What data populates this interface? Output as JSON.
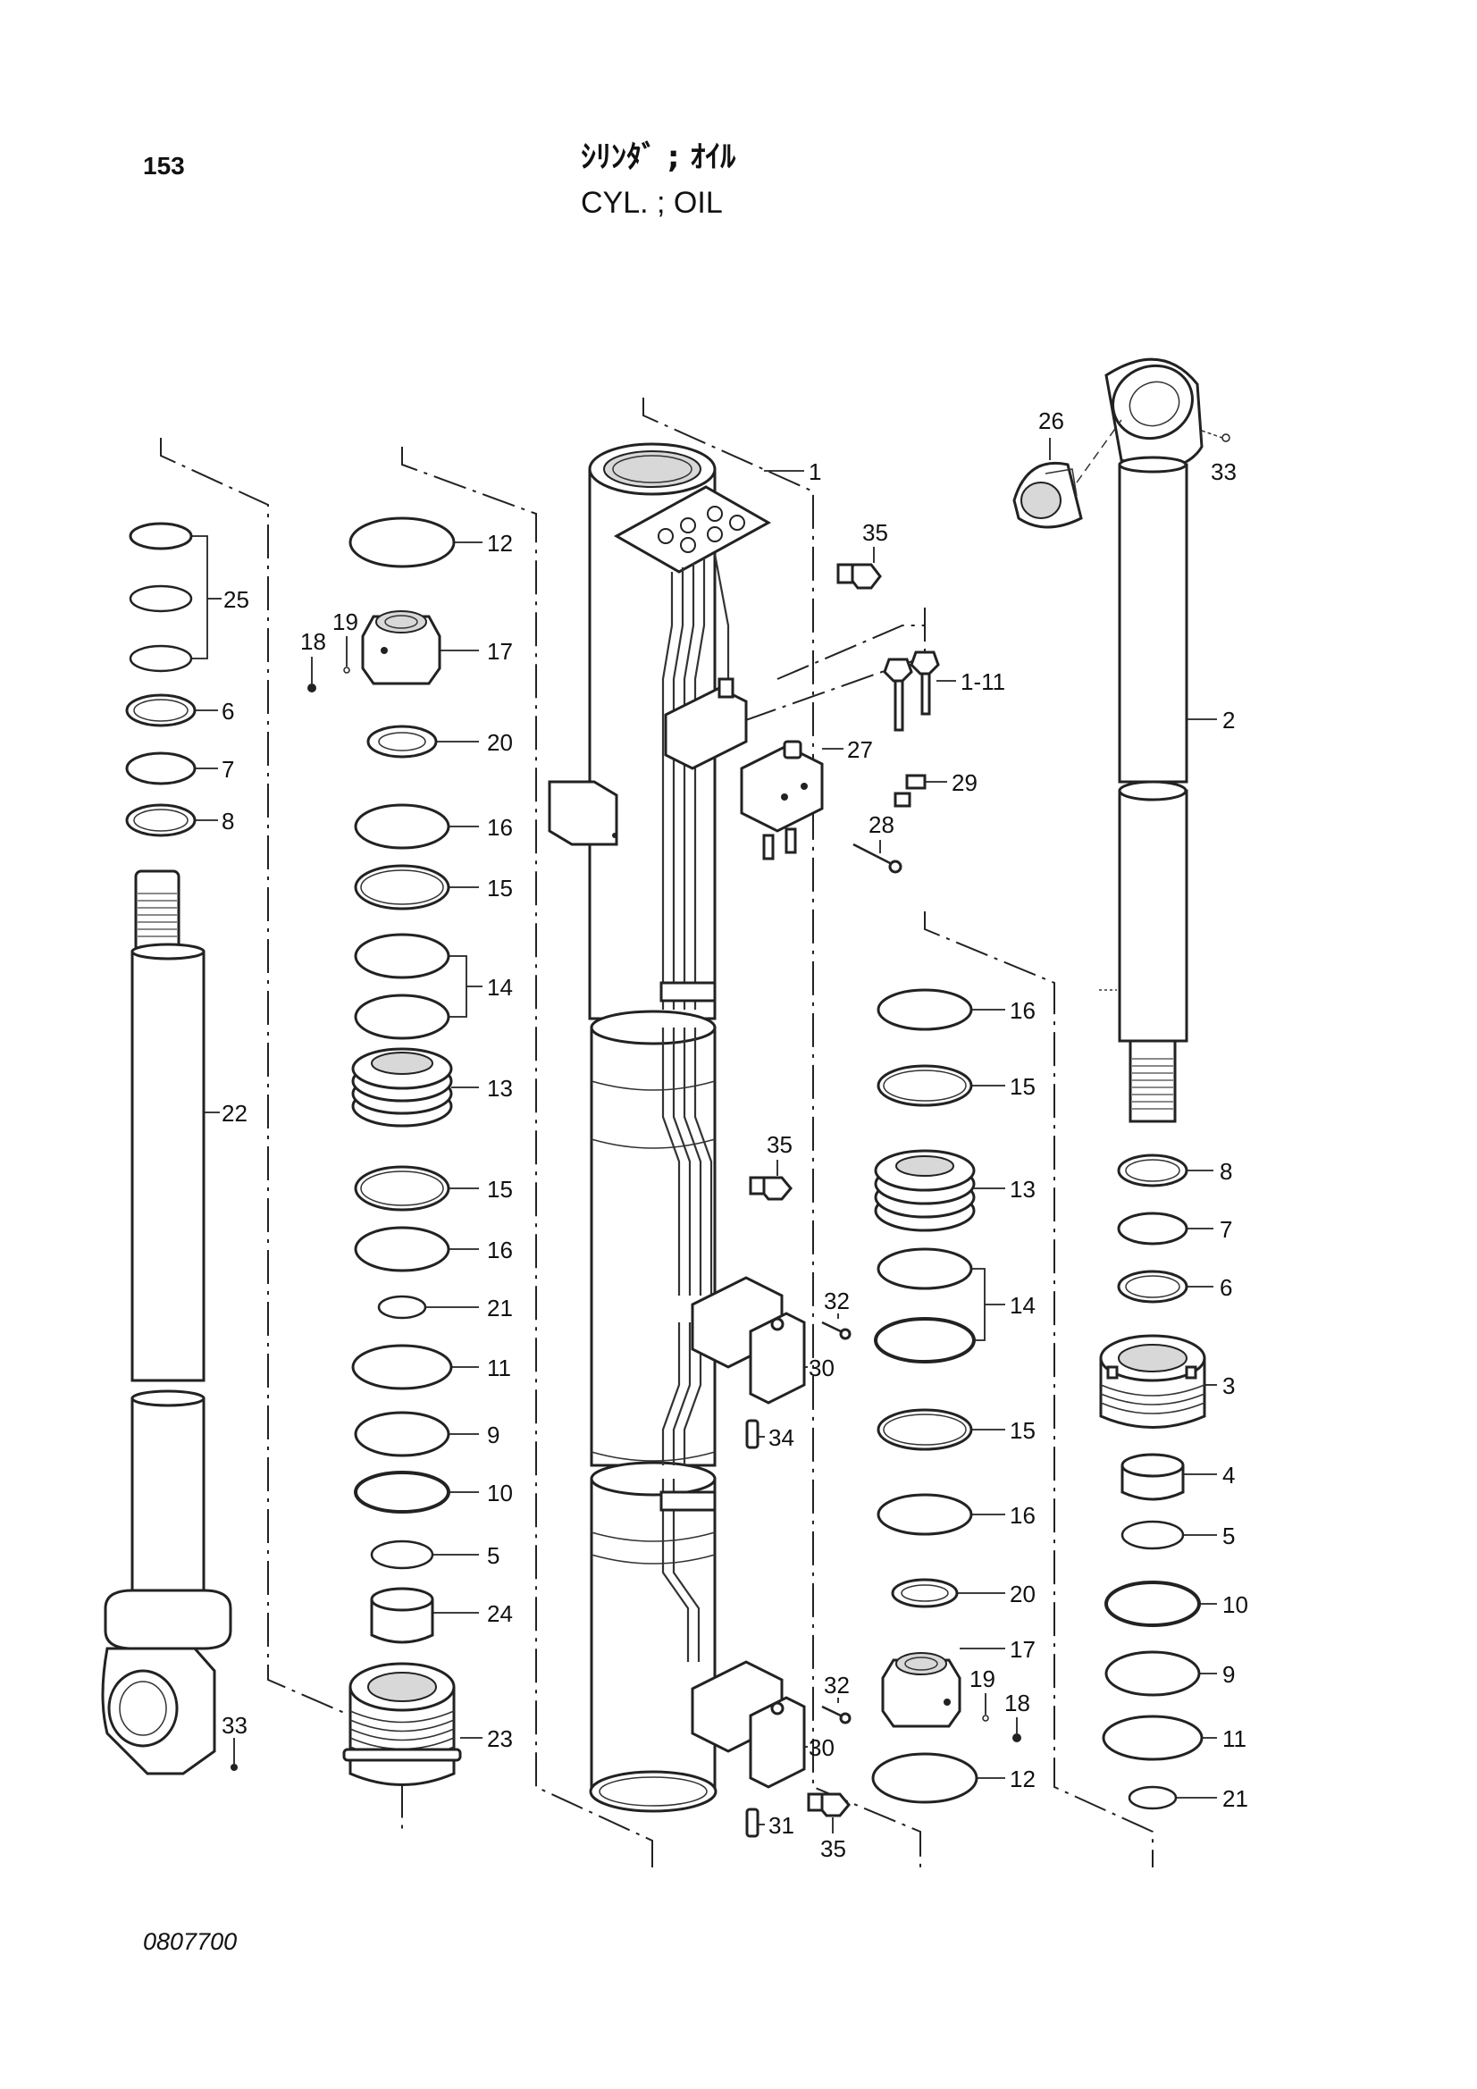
{
  "header": {
    "page_number": "153",
    "title_ja": "ｼﾘﾝﾀﾞ ; ｵｲﾙ",
    "title_en": "CYL. ; OIL"
  },
  "footer": {
    "drawing_number": "0807700"
  },
  "callouts": {
    "c1": "1",
    "c1_11": "1-11",
    "c2": "2",
    "c3": "3",
    "c4": "4",
    "c5a": "5",
    "c5b": "5",
    "c6a": "6",
    "c6b": "6",
    "c7a": "7",
    "c7b": "7",
    "c8a": "8",
    "c8b": "8",
    "c9a": "9",
    "c9b": "9",
    "c10a": "10",
    "c10b": "10",
    "c11a": "11",
    "c11b": "11",
    "c12a": "12",
    "c12b": "12",
    "c13a": "13",
    "c13b": "13",
    "c14a": "14",
    "c14b": "14",
    "c15a": "15",
    "c15b": "15",
    "c15c": "15",
    "c15d": "15",
    "c16a": "16",
    "c16b": "16",
    "c16c": "16",
    "c16d": "16",
    "c17a": "17",
    "c17b": "17",
    "c18a": "18",
    "c18b": "18",
    "c19a": "19",
    "c19b": "19",
    "c20a": "20",
    "c20b": "20",
    "c21a": "21",
    "c21b": "21",
    "c22": "22",
    "c23": "23",
    "c24": "24",
    "c25": "25",
    "c26": "26",
    "c27": "27",
    "c28": "28",
    "c29": "29",
    "c30a": "30",
    "c30b": "30",
    "c31": "31",
    "c32a": "32",
    "c32b": "32",
    "c33a": "33",
    "c33b": "33",
    "c34": "34",
    "c35a": "35",
    "c35b": "35",
    "c35c": "35"
  }
}
